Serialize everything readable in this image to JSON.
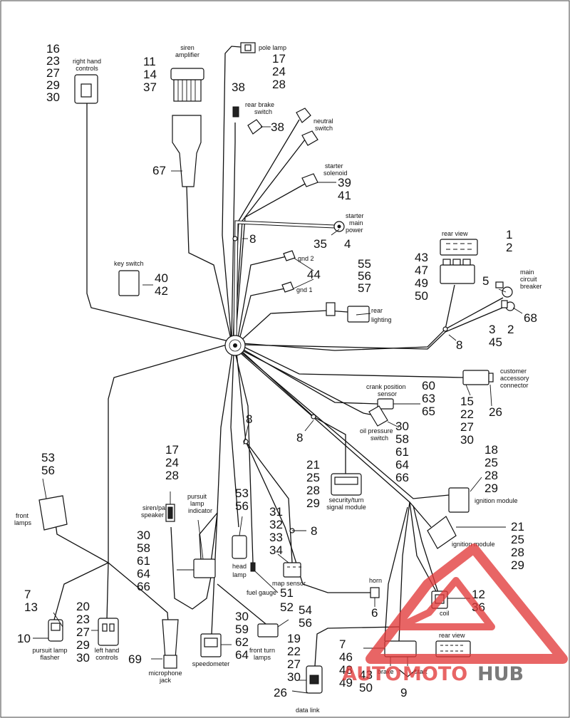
{
  "labels": {
    "right_hand_controls": [
      "right hand",
      "controls"
    ],
    "siren_amplifier": [
      "siren",
      "amplifier"
    ],
    "pole_lamp": "pole lamp",
    "rear_brake_switch": [
      "rear brake",
      "switch"
    ],
    "neutral_switch": [
      "neutral",
      "switch"
    ],
    "starter_solenoid": [
      "starter",
      "solenoid"
    ],
    "starter_main_power": [
      "starter",
      "main",
      "power"
    ],
    "key_switch": "key switch",
    "gnd_2": "gnd 2",
    "gnd_1": "gnd 1",
    "rear_lighting": [
      "rear",
      "lighting"
    ],
    "rear_view_top": "rear view",
    "main_circuit_breaker": [
      "main",
      "circuit",
      "breaker"
    ],
    "customer_accessory_connector": [
      "customer",
      "accessory",
      "connector"
    ],
    "crank_position_sensor": [
      "crank position",
      "sensor"
    ],
    "oil_pressure_switch": [
      "oil pressure",
      "switch"
    ],
    "security_turn_signal_module": [
      "security/turn",
      "signal module"
    ],
    "ignition_module_1": "ignition module",
    "ignition_module_2": "ignition module",
    "front_lamps": [
      "front",
      "lamps"
    ],
    "siren_pa_speaker": [
      "siren/pa",
      "speaker"
    ],
    "pursuit_lamp_indicator": [
      "pursuit",
      "lamp",
      "indicator"
    ],
    "head_lamp": [
      "head",
      "lamp"
    ],
    "map_sensor": "map sensor",
    "fuel_gauge": "fuel gauge",
    "horn": "horn",
    "coil": "coil",
    "pursuit_lamp_flasher": [
      "pursuit lamp",
      "flasher"
    ],
    "left_hand_controls": [
      "left hand",
      "controls"
    ],
    "microphone_jack": [
      "microphone",
      "jack"
    ],
    "speedometer": "speedometer",
    "front_turn_lamps": [
      "front turn",
      "lamps"
    ],
    "rear_view_bottom": "rear view",
    "brake": "brake",
    "start": "start",
    "data_link": "data link"
  },
  "refs": {
    "right_hand_controls": [
      "16",
      "23",
      "27",
      "29",
      "30"
    ],
    "siren_amplifier": [
      "11",
      "14",
      "37"
    ],
    "pole_lamp": [
      "17",
      "24",
      "28"
    ],
    "rear_brake_top": [
      "38"
    ],
    "rear_brake_side": [
      "38"
    ],
    "solenoid": [
      "39",
      "41"
    ],
    "siren_cable": [
      "67"
    ],
    "splice_1": [
      "8"
    ],
    "starter_power": [
      "35",
      "4"
    ],
    "key_switch": [
      "40",
      "42"
    ],
    "gnd": [
      "44"
    ],
    "rear_lighting": [
      "55",
      "56",
      "57"
    ],
    "rear_view_top": [
      "43",
      "47",
      "49",
      "50"
    ],
    "breaker_top": [
      "1",
      "2"
    ],
    "breaker_5": [
      "5"
    ],
    "breaker_bottom_left": [
      "3",
      "45"
    ],
    "breaker_bottom_mid": [
      "2"
    ],
    "breaker_68": [
      "68"
    ],
    "splice_2": [
      "8"
    ],
    "crank": [
      "60",
      "63",
      "65"
    ],
    "accessory": [
      "15",
      "22",
      "27",
      "30"
    ],
    "accessory_26": [
      "26"
    ],
    "oil_pressure": [
      "30",
      "58",
      "61",
      "64",
      "66"
    ],
    "splice_3": [
      "8"
    ],
    "splice_4": [
      "8"
    ],
    "front_lamps": [
      "53",
      "56"
    ],
    "security_module": [
      "21",
      "25",
      "28",
      "29"
    ],
    "ignition_1": [
      "18",
      "25",
      "28",
      "29"
    ],
    "ignition_2": [
      "21",
      "25",
      "28",
      "29"
    ],
    "siren_pa": [
      "17",
      "24",
      "28"
    ],
    "head_lamp": [
      "53",
      "56"
    ],
    "map_sensor": [
      "31",
      "32",
      "33",
      "34"
    ],
    "splice_5": [
      "8"
    ],
    "pursuit_indicator": [
      "30",
      "58",
      "61",
      "64",
      "66"
    ],
    "fuel_gauge": [
      "51",
      "52"
    ],
    "horn": [
      "6"
    ],
    "coil": [
      "12",
      "36"
    ],
    "flasher_top": [
      "7",
      "13"
    ],
    "flasher_side": [
      "10"
    ],
    "left_hand": [
      "20",
      "23",
      "27",
      "29",
      "30"
    ],
    "microphone": [
      "69"
    ],
    "speedometer": [
      "62",
      "64"
    ],
    "speedometer_left": [
      "30",
      "59"
    ],
    "front_turn": [
      "54",
      "56"
    ],
    "data_link": [
      "19",
      "22",
      "27",
      "30"
    ],
    "data_link_26": [
      "26"
    ],
    "rear_bottom": [
      "7",
      "46",
      "48",
      "49"
    ],
    "rear_bottom_2": [
      "43",
      "50"
    ],
    "rear_bottom_9": [
      "9"
    ]
  },
  "watermark": {
    "text_1": "AUTO",
    "text_2": "MOTO",
    "text_3": "HUB",
    "color_primary": "#e23b3b",
    "color_secondary": "#555555"
  },
  "colors": {
    "line": "#111111",
    "background": "#ffffff"
  }
}
